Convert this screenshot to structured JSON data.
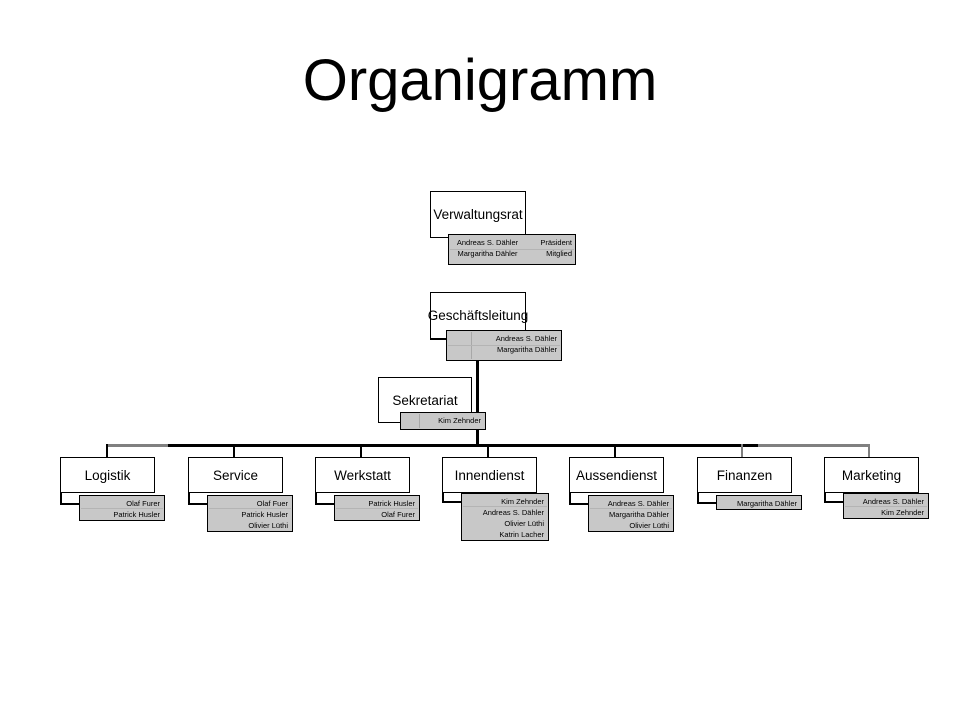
{
  "page": {
    "title": "Organigramm",
    "background_color": "#ffffff",
    "box_fill_title": "#ffffff",
    "box_fill_members": "#c8c8c8",
    "line_color": "#000000"
  },
  "org": {
    "board": {
      "title": "Verwaltungsrat",
      "members": [
        {
          "name": "Andreas S. Dähler",
          "role": "Präsident"
        },
        {
          "name": "Margaritha Dähler",
          "role": "Mitglied"
        }
      ]
    },
    "management": {
      "title": "Geschäftsleitung",
      "members": [
        {
          "name": "Andreas S. Dähler"
        },
        {
          "name": "Margaritha Dähler"
        }
      ]
    },
    "secretariat": {
      "title": "Sekretariat",
      "members": [
        {
          "name": "Kim Zehnder"
        }
      ]
    },
    "departments": [
      {
        "title": "Logistik",
        "members": [
          {
            "name": "Olaf Furer"
          },
          {
            "name": "Patrick Husler"
          }
        ]
      },
      {
        "title": "Service",
        "members": [
          {
            "name": "Olaf Fuer"
          },
          {
            "name": "Patrick Husler"
          },
          {
            "name": "Olivier Lüthi"
          }
        ]
      },
      {
        "title": "Werkstatt",
        "members": [
          {
            "name": "Patrick Husler"
          },
          {
            "name": "Olaf Furer"
          }
        ]
      },
      {
        "title": "Innendienst",
        "members": [
          {
            "name": "Kim Zehnder"
          },
          {
            "name": "Andreas S. Dähler"
          },
          {
            "name": "Olivier Lüthi"
          },
          {
            "name": "Katrin Lacher"
          }
        ]
      },
      {
        "title": "Aussendienst",
        "members": [
          {
            "name": "Andreas S. Dähler"
          },
          {
            "name": "Margaritha Dähler"
          },
          {
            "name": "Olivier Lüthi"
          }
        ]
      },
      {
        "title": "Finanzen",
        "members": [
          {
            "name": "Margaritha Dähler"
          }
        ]
      },
      {
        "title": "Marketing",
        "members": [
          {
            "name": "Andreas S. Dähler"
          },
          {
            "name": "Kim Zehnder"
          }
        ]
      }
    ]
  }
}
